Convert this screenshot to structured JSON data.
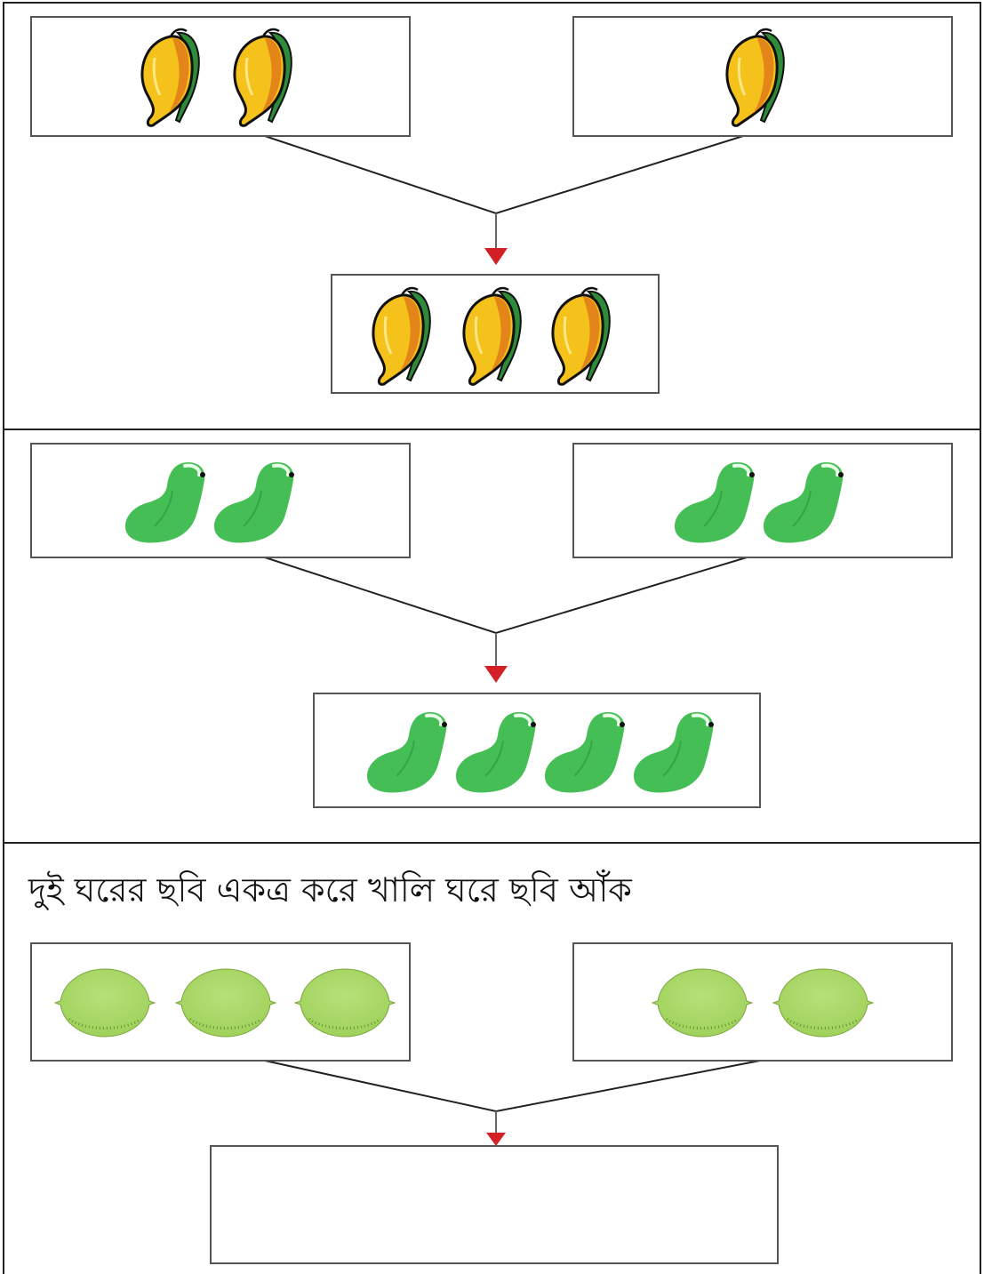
{
  "instruction": "দুই ঘরের ছবি একত্র করে খালি ঘরে ছবি আঁক",
  "icons": {
    "mango": "mango-icon",
    "papaya": "papaya-icon",
    "lime": "lime-icon"
  },
  "colors": {
    "arrow": "#d32027",
    "mango_yellow": "#f5c21b",
    "mango_orange": "#e07a1a",
    "leaf_green": "#2e8b3a",
    "papaya_green": "#45bf55",
    "lime_green": "#9fd15a",
    "border": "#555555"
  },
  "sections": [
    {
      "left_count": 2,
      "right_count": 1,
      "result_count": 3,
      "fruit": "mango"
    },
    {
      "left_count": 2,
      "right_count": 2,
      "result_count": 4,
      "fruit": "papaya"
    },
    {
      "left_count": 3,
      "right_count": 2,
      "result_count": null,
      "fruit": "lime"
    }
  ]
}
